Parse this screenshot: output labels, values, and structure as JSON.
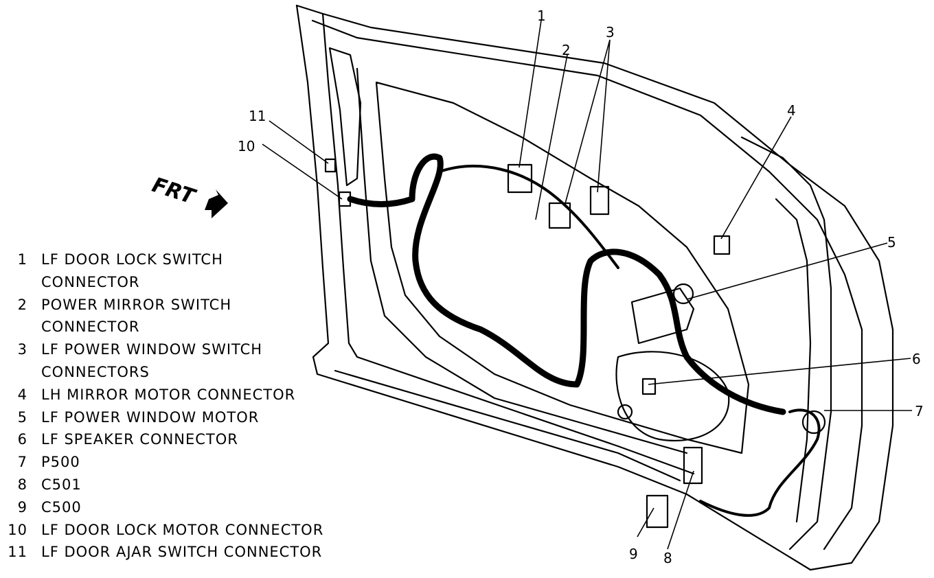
{
  "direction_label": "FRT",
  "callouts": [
    "1",
    "2",
    "3",
    "4",
    "5",
    "6",
    "7",
    "8",
    "9",
    "10",
    "11"
  ],
  "legend": [
    {
      "num": "1",
      "lines": [
        "LF DOOR LOCK SWITCH",
        "CONNECTOR"
      ]
    },
    {
      "num": "2",
      "lines": [
        "POWER MIRROR SWITCH",
        "CONNECTOR"
      ]
    },
    {
      "num": "3",
      "lines": [
        "LF POWER WINDOW SWITCH",
        "CONNECTORS"
      ]
    },
    {
      "num": "4",
      "lines": [
        "LH MIRROR MOTOR CONNECTOR"
      ]
    },
    {
      "num": "5",
      "lines": [
        "LF POWER WINDOW MOTOR"
      ]
    },
    {
      "num": "6",
      "lines": [
        "LF SPEAKER CONNECTOR"
      ]
    },
    {
      "num": "7",
      "lines": [
        "P500"
      ]
    },
    {
      "num": "8",
      "lines": [
        "C501"
      ]
    },
    {
      "num": "9",
      "lines": [
        "C500"
      ]
    },
    {
      "num": "10",
      "lines": [
        "LF DOOR LOCK MOTOR CONNECTOR"
      ]
    },
    {
      "num": "11",
      "lines": [
        "LF DOOR AJAR SWITCH CONNECTOR"
      ]
    }
  ]
}
